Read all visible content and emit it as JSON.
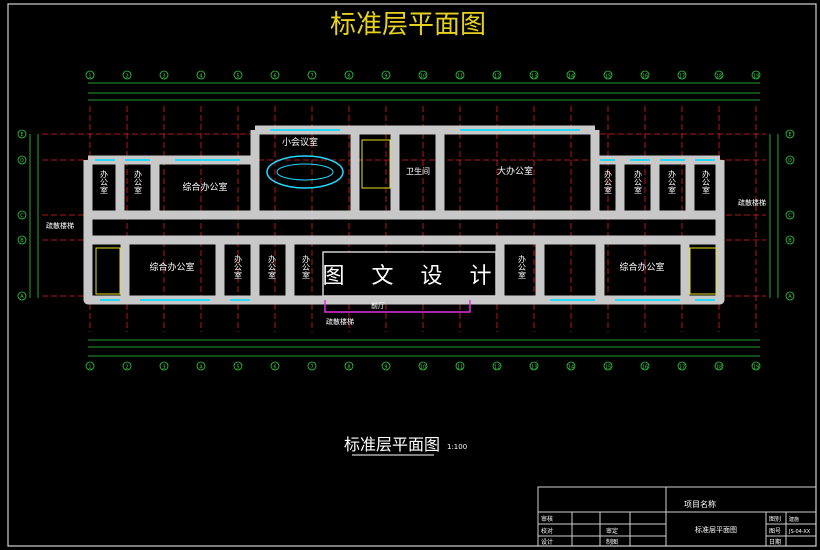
{
  "drawing": {
    "title": "标准层平面图",
    "subtitle": "标准层平面图",
    "scale": "1:100",
    "watermark": "图 文 设 计"
  },
  "rooms": {
    "meeting_room": "小会议室",
    "toilet": "卫生间",
    "large_office": "大办公室",
    "general_office_top": "综合办公室",
    "general_office_bl": "综合办公室",
    "general_office_br": "综合办公室",
    "office_vertical": "办公室",
    "lobby": "前厅",
    "fire_exit_left": "疏散楼梯",
    "fire_exit_right": "疏散楼梯",
    "fire_exit_bottom": "疏散楼梯"
  },
  "title_block": {
    "project_label": "项目名称",
    "drawing_label": "标准层平面图",
    "rows_left": [
      "审核",
      "校对",
      "设计"
    ],
    "rows_mid": [
      "",
      "审定",
      "制图"
    ],
    "rows_right_label": [
      "图别",
      "图号",
      "日期"
    ],
    "rows_right_value": [
      "建施",
      "JS-04-XX",
      ""
    ]
  },
  "grid": {
    "columns": [
      "1",
      "2",
      "3",
      "4",
      "5",
      "6",
      "7",
      "8",
      "9",
      "10",
      "11",
      "12",
      "13",
      "14",
      "15",
      "16",
      "17",
      "18",
      "19"
    ],
    "rows": [
      "A",
      "B",
      "C",
      "D",
      "E"
    ]
  }
}
